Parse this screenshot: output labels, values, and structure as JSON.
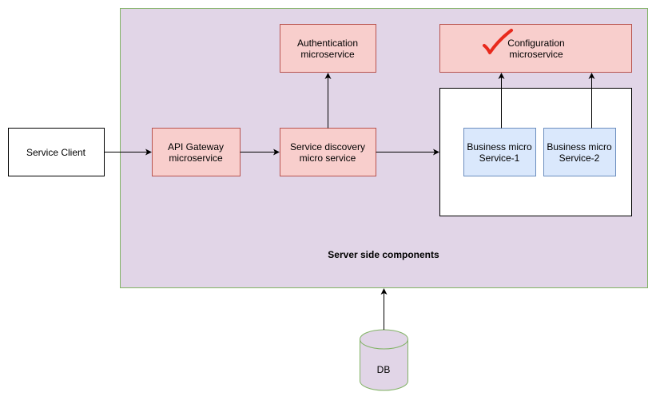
{
  "colors": {
    "container_fill": "#e1d5e7",
    "container_stroke": "#82b366",
    "service_fill": "#f8cecc",
    "service_stroke": "#b85450",
    "business_fill": "#dae8fc",
    "business_stroke": "#6c8ebf",
    "checkmark": "#e8291c"
  },
  "diagram": {
    "container_label": "Server side components",
    "client": {
      "line1": "Service Client"
    },
    "api_gateway": {
      "line1": "API Gateway",
      "line2": "microservice"
    },
    "service_discovery": {
      "line1": "Service discovery",
      "line2": "micro service"
    },
    "authentication": {
      "line1": "Authentication",
      "line2": "microservice"
    },
    "configuration": {
      "line1": "Configuration",
      "line2": "microservice",
      "icon": "checkmark-icon"
    },
    "business_1": {
      "line1": "Business micro",
      "line2": "Service-1"
    },
    "business_2": {
      "line1": "Business micro",
      "line2": "Service-2"
    },
    "database": {
      "line1": "DB"
    }
  }
}
